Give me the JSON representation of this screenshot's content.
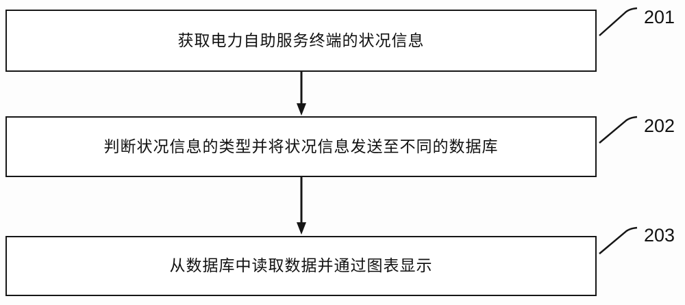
{
  "diagram": {
    "type": "flowchart",
    "steps": [
      {
        "label": "获取电力自助服务终端的状况信息",
        "ref": "201"
      },
      {
        "label": "判断状况信息的类型并将状况信息发送至不同的数据库",
        "ref": "202"
      },
      {
        "label": "从数据库中读取数据并通过图表显示",
        "ref": "203"
      }
    ]
  }
}
